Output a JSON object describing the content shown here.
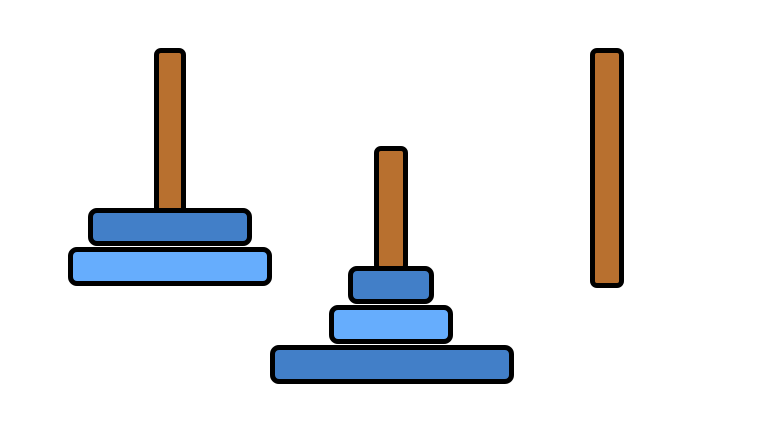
{
  "colors": {
    "background": "#ffffff",
    "peg": "#b8702f",
    "outline": "#000000",
    "disk_dark": "#427fc8",
    "disk_light": "#66adfd"
  },
  "pegs": [
    {
      "id": "peg-1",
      "disks": [
        {
          "size": 2,
          "color": "disk_dark"
        },
        {
          "size": 3,
          "color": "disk_light"
        }
      ]
    },
    {
      "id": "peg-2",
      "disks": [
        {
          "size": 1,
          "color": "disk_dark"
        },
        {
          "size": 2,
          "color": "disk_light"
        },
        {
          "size": 4,
          "color": "disk_dark"
        }
      ]
    },
    {
      "id": "peg-3",
      "disks": []
    }
  ]
}
